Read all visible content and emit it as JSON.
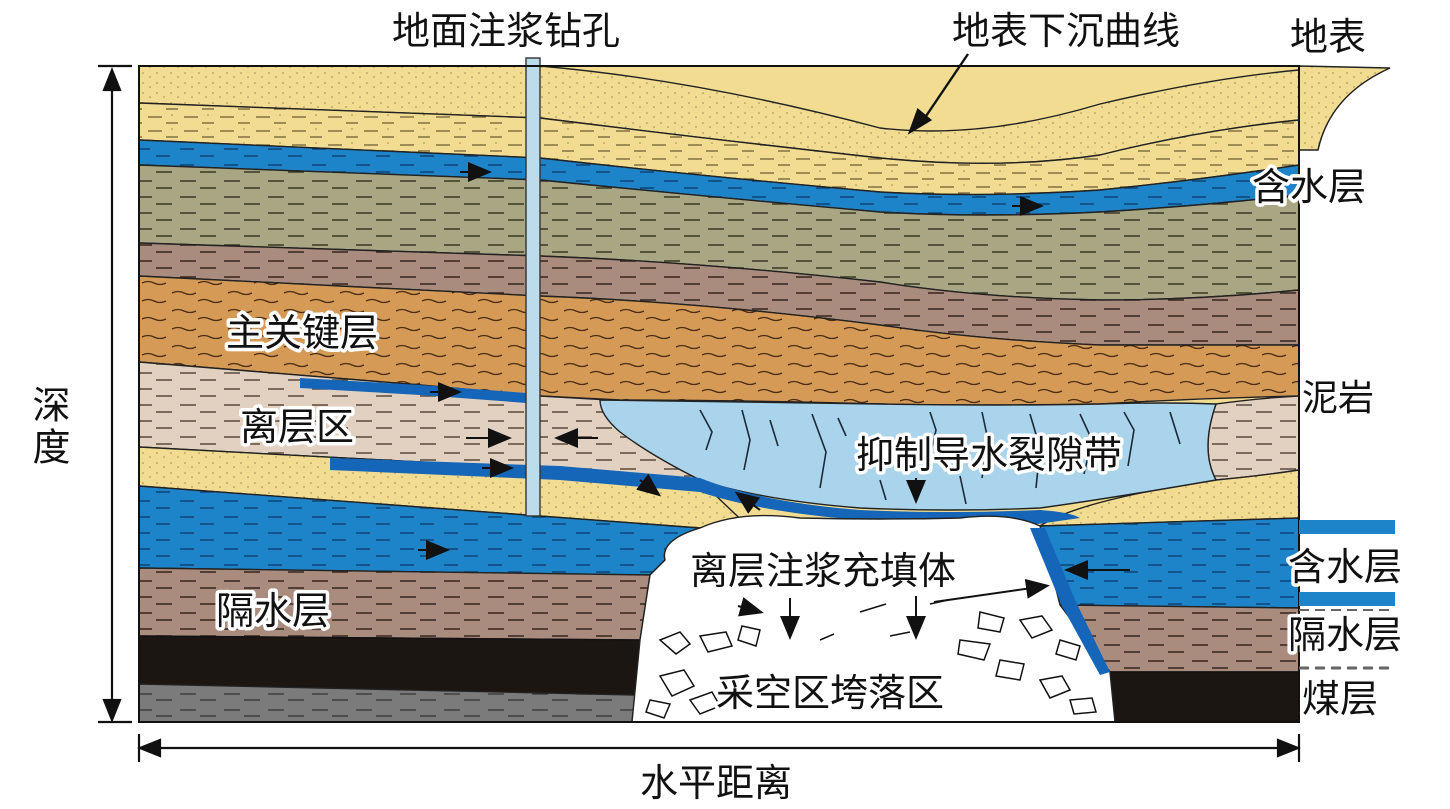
{
  "labels": {
    "borehole": "地面注浆钻孔",
    "subsidence_curve": "地表下沉曲线",
    "surface": "地表",
    "aquifer_top": "含水层",
    "key_stratum": "主关键层",
    "bed_separation_zone": "离层区",
    "mudstone": "泥岩",
    "fracture_zone": "抑制导水裂隙带",
    "aquifer_mid": "含水层",
    "grout_fill": "离层注浆充填体",
    "aquiclude_left": "隔水层",
    "aquiclude_right": "隔水层",
    "coal_seam": "煤层",
    "goaf_caving": "采空区垮落区",
    "depth": "深度",
    "horizontal_distance": "水平距离"
  },
  "colors": {
    "sand": "#f1dc92",
    "aquifer": "#1e84c9",
    "gray_green": "#a9a783",
    "brown": "#a98c7d",
    "orange_brown": "#d69a57",
    "beige": "#e2d1c0",
    "light_blue": "#aad4ec",
    "dark_blue": "#1565b8",
    "coal": "#1c1613",
    "dark_gray": "#7b7b7b"
  }
}
